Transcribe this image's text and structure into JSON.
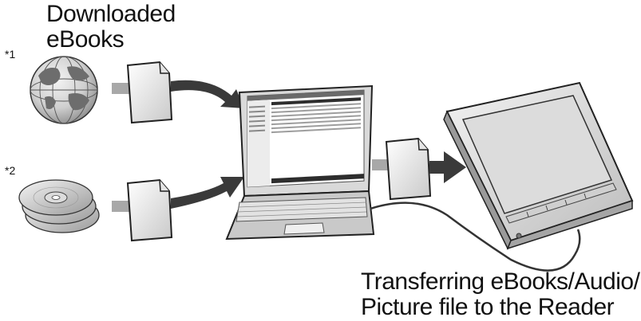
{
  "labels": {
    "downloaded_line1": "Downloaded",
    "downloaded_line2": "eBooks",
    "note_1": "*1",
    "note_2": "*2",
    "caption_line1": "Transferring eBooks/Audio/",
    "caption_line2": "Picture file to the Reader"
  },
  "icons": {
    "source_1": "globe-icon",
    "source_2": "cd-stack-icon",
    "file": "document-icon",
    "computer": "laptop-icon",
    "device": "ebook-reader-icon"
  },
  "colors": {
    "arrow": "#3a3a3a",
    "arrow_stem": "#a8a8a8",
    "outline": "#222222"
  }
}
